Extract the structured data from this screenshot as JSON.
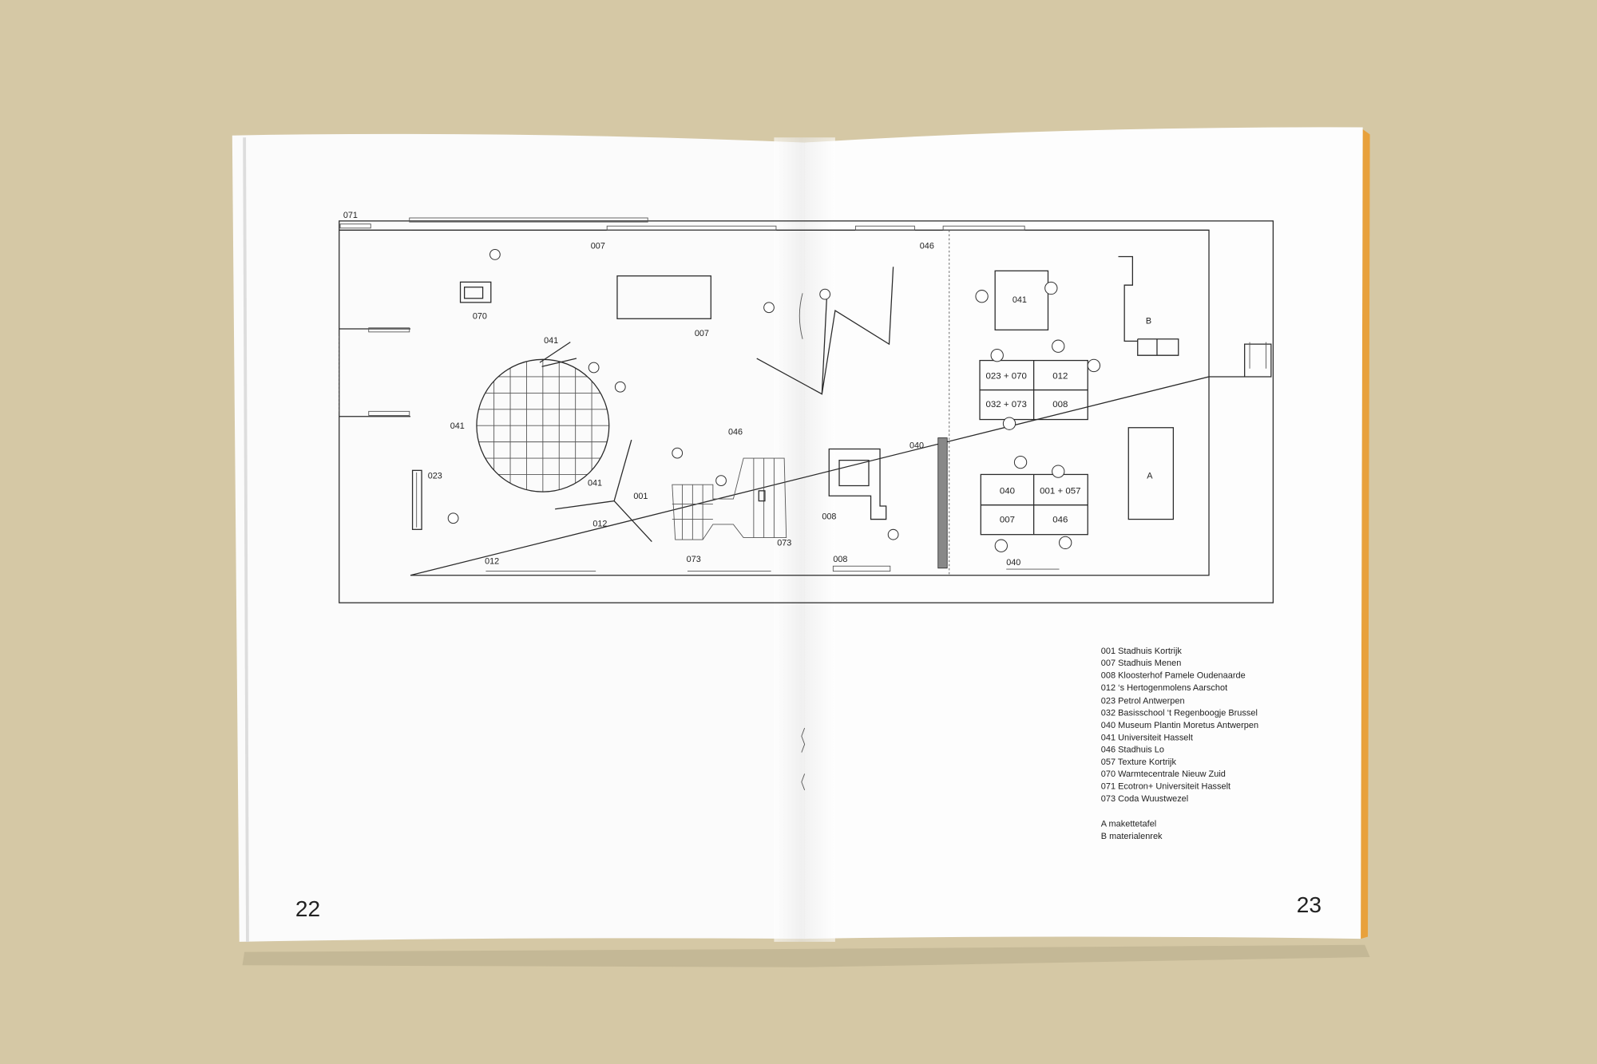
{
  "page_numbers": {
    "left": "22",
    "right": "23"
  },
  "plan_labels": [
    "071",
    "007",
    "046",
    "070",
    "007",
    "041",
    "041",
    "B",
    "041",
    "046",
    "040",
    "023",
    "041",
    "001",
    "012",
    "008",
    "073",
    "012",
    "073",
    "008",
    "040",
    "A"
  ],
  "tables": {
    "upper": [
      "023 + 070",
      "012",
      "032 + 073",
      "008"
    ],
    "lower": [
      "040",
      "001 + 057",
      "007",
      "046"
    ]
  },
  "legend": {
    "items": [
      "001 Stadhuis Kortrijk",
      "007 Stadhuis Menen",
      "008 Kloosterhof Pamele Oudenaarde",
      "012 ‘s Hertogenmolens Aarschot",
      "023 Petrol Antwerpen",
      "032 Basisschool ‘t Regenboogje Brussel",
      "040 Museum Plantin Moretus Antwerpen",
      "041 Universiteit Hasselt",
      "046 Stadhuis Lo",
      "057 Texture Kortrijk",
      "070 Warmtecentrale Nieuw Zuid",
      "071 Ecotron+ Universiteit Hasselt",
      "073 Coda Wuustwezel"
    ],
    "keys": [
      "A makettetafel",
      "B materialenrek"
    ]
  }
}
